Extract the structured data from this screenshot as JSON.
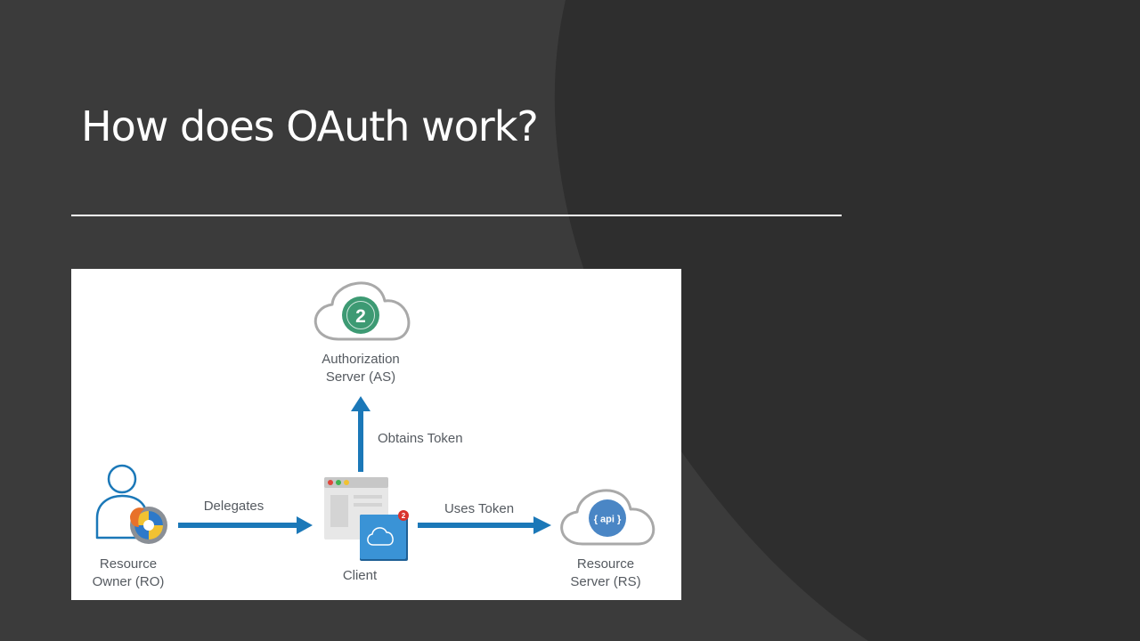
{
  "slide": {
    "title": "How does OAuth work?"
  },
  "diagram": {
    "authorization_server": {
      "line1": "Authorization",
      "line2": "Server (AS)",
      "badge_number": "2"
    },
    "resource_owner": {
      "line1": "Resource",
      "line2": "Owner (RO)"
    },
    "client": {
      "label": "Client",
      "notification_count": "2"
    },
    "resource_server": {
      "line1": "Resource",
      "line2": "Server (RS)",
      "badge": "{ api }"
    },
    "arrows": {
      "delegates": "Delegates",
      "obtains_token": "Obtains Token",
      "uses_token": "Uses Token"
    }
  },
  "colors": {
    "background": "#3b3b3b",
    "arc": "#2e2e2e",
    "arrow_blue": "#1b78b8",
    "oauth_green": "#3d9a73",
    "api_blue": "#4a86c5",
    "label_gray": "#555a60"
  }
}
